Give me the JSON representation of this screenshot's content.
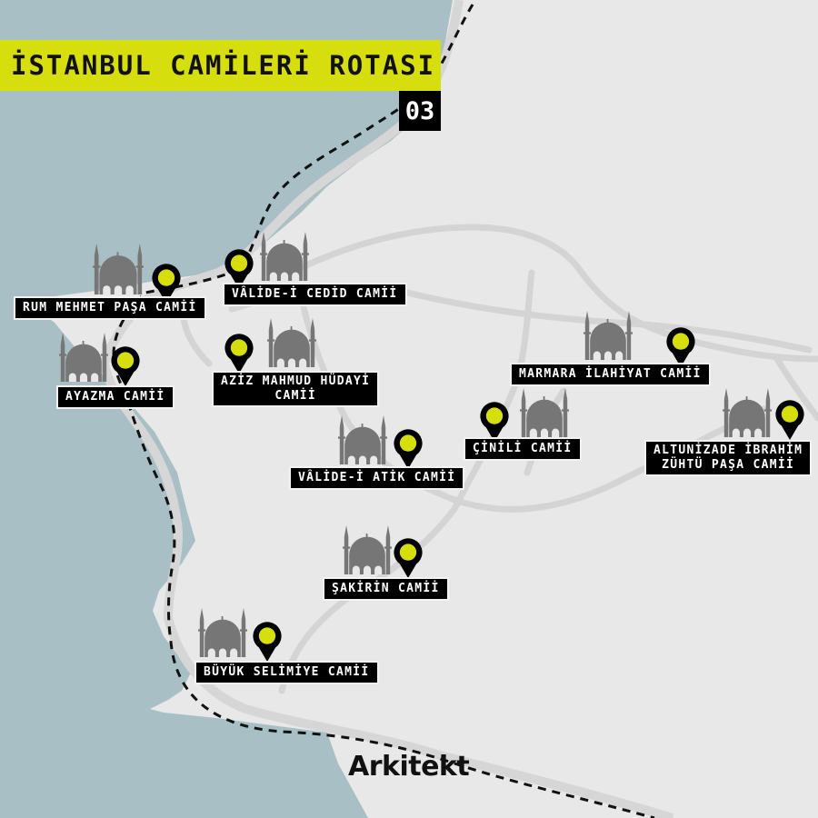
{
  "title": "İSTANBUL CAMİLERİ ROTASI",
  "route_number": "03",
  "brand": "Arkitekt",
  "colors": {
    "sea": "#a9bfc6",
    "land": "#e8e8e8",
    "road": "#d4d4d4",
    "accent": "#d6de0d",
    "pin": "#000000",
    "mosque": "#767676",
    "label_bg": "#000000",
    "label_text": "#ffffff"
  },
  "icons": {
    "mosque": "mosque-icon",
    "pin": "map-pin-icon"
  },
  "mosques": [
    {
      "name": "RUM MEHMET PAŞA CAMİİ",
      "label_lines": [
        "RUM MEHMET PAŞA CAMİİ"
      ]
    },
    {
      "name": "VÂLİDE-İ CEDİD CAMİİ",
      "label_lines": [
        "VÂLİDE-İ CEDİD CAMİİ"
      ]
    },
    {
      "name": "AYAZMA CAMİİ",
      "label_lines": [
        "AYAZMA CAMİİ"
      ]
    },
    {
      "name": "AZİZ MAHMUD HÜDAYİ CAMİİ",
      "label_lines": [
        "AZİZ MAHMUD HÜDAYİ",
        "CAMİİ"
      ]
    },
    {
      "name": "MARMARA İLAHİYAT CAMİİ",
      "label_lines": [
        "MARMARA İLAHİYAT CAMİİ"
      ]
    },
    {
      "name": "ÇİNİLİ CAMİİ",
      "label_lines": [
        "ÇİNİLİ CAMİİ"
      ]
    },
    {
      "name": "VÂLİDE-İ ATİK CAMİİ",
      "label_lines": [
        "VÂLİDE-İ ATİK CAMİİ"
      ]
    },
    {
      "name": "ALTUNİZADE İBRAHİM ZÜHTÜ PAŞA CAMİİ",
      "label_lines": [
        "ALTUNİZADE İBRAHİM",
        "ZÜHTÜ PAŞA CAMİİ"
      ]
    },
    {
      "name": "ŞAKİRİN CAMİİ",
      "label_lines": [
        "ŞAKİRİN CAMİİ"
      ]
    },
    {
      "name": "BÜYÜK SELİMİYE CAMİİ",
      "label_lines": [
        "BÜYÜK SELİMİYE CAMİİ"
      ]
    }
  ]
}
